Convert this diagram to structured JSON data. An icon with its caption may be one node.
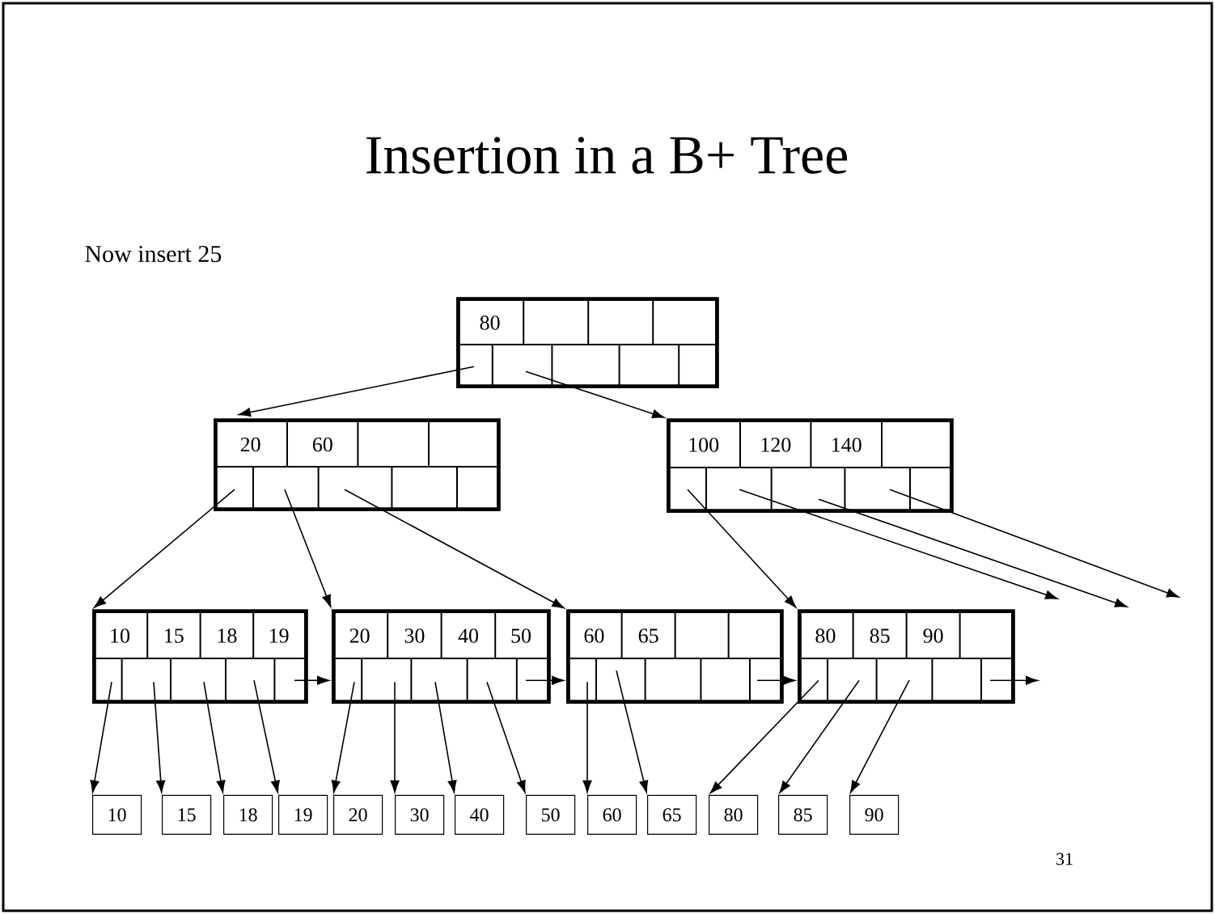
{
  "diagram": {
    "title": "Insertion in a B+ Tree",
    "nodes": [
      {
        "text": [
          "80"
        ]
      },
      {
        "text": [
          "20",
          "60"
        ]
      },
      {
        "text": [
          "100",
          "120",
          "140"
        ]
      },
      {
        "text": [
          "10",
          "15",
          "18",
          "19"
        ]
      },
      {
        "text": [
          "20",
          "30",
          "40",
          "50"
        ]
      },
      {
        "text": [
          "60",
          "65"
        ]
      },
      {
        "text": [
          "80",
          "85",
          "90"
        ]
      },
      {
        "text": [
          "10"
        ]
      },
      {
        "text": [
          "15"
        ]
      },
      {
        "text": [
          "18"
        ]
      },
      {
        "text": [
          "19"
        ]
      },
      {
        "text": [
          "20"
        ]
      },
      {
        "text": [
          "30"
        ]
      },
      {
        "text": [
          "40"
        ]
      },
      {
        "text": [
          "50"
        ]
      },
      {
        "text": [
          "60"
        ]
      },
      {
        "text": [
          "65"
        ]
      },
      {
        "text": [
          "80"
        ]
      },
      {
        "text": [
          "85"
        ]
      },
      {
        "text": [
          "90"
        ]
      }
    ],
    "edges": [
      {
        "from": 0,
        "to": 1,
        "arrow": "to"
      },
      {
        "from": 0,
        "to": 2,
        "arrow": "to"
      },
      {
        "from": 1,
        "to": 3,
        "arrow": "to"
      },
      {
        "from": 1,
        "to": 4,
        "arrow": "to"
      },
      {
        "from": 1,
        "to": 5,
        "arrow": "to"
      },
      {
        "from": 2,
        "to": 6,
        "arrow": "to"
      },
      {
        "from": 2,
        "to": null,
        "arrow": "to"
      },
      {
        "from": 2,
        "to": null,
        "arrow": "to"
      },
      {
        "from": 2,
        "to": null,
        "arrow": "to"
      },
      {
        "from": 3,
        "to": 4,
        "arrow": "to"
      },
      {
        "from": 4,
        "to": 5,
        "arrow": "to"
      },
      {
        "from": 5,
        "to": 6,
        "arrow": "to"
      },
      {
        "from": 6,
        "to": null,
        "arrow": "to"
      },
      {
        "from": 3,
        "to": 7,
        "arrow": "to"
      },
      {
        "from": 3,
        "to": 8,
        "arrow": "to"
      },
      {
        "from": 3,
        "to": 9,
        "arrow": "to"
      },
      {
        "from": 3,
        "to": 10,
        "arrow": "to"
      },
      {
        "from": 4,
        "to": 11,
        "arrow": "to"
      },
      {
        "from": 4,
        "to": 12,
        "arrow": "to"
      },
      {
        "from": 4,
        "to": 13,
        "arrow": "to"
      },
      {
        "from": 4,
        "to": 14,
        "arrow": "to"
      },
      {
        "from": 5,
        "to": 15,
        "arrow": "to"
      },
      {
        "from": 5,
        "to": 16,
        "arrow": "to"
      },
      {
        "from": 6,
        "to": 17,
        "arrow": "to"
      },
      {
        "from": 6,
        "to": 18,
        "arrow": "to"
      },
      {
        "from": 6,
        "to": 19,
        "arrow": "to"
      }
    ],
    "labels": [
      "Now insert 25",
      "31"
    ]
  }
}
